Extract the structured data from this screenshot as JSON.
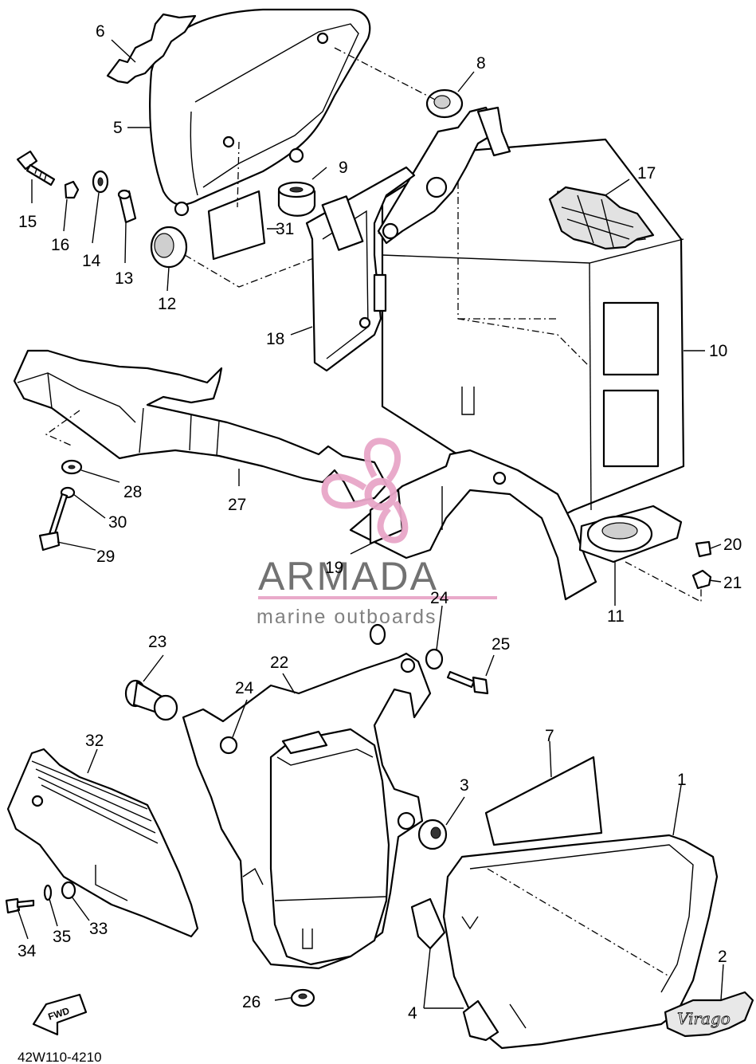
{
  "diagram": {
    "code": "42W110-4210",
    "watermark": {
      "brand": "ARMADA",
      "tagline": "marine outboards",
      "color": "#e8a6c8"
    },
    "fwd_arrow_text": "FWD",
    "emblem_text": "Virago",
    "callouts": [
      "1",
      "2",
      "3",
      "4",
      "5",
      "6",
      "7",
      "8",
      "9",
      "10",
      "11",
      "12",
      "13",
      "14",
      "15",
      "16",
      "17",
      "18",
      "19",
      "20",
      "21",
      "22",
      "23",
      "24",
      "25",
      "26",
      "27",
      "28",
      "29",
      "30",
      "31",
      "32",
      "33",
      "34",
      "35"
    ]
  }
}
